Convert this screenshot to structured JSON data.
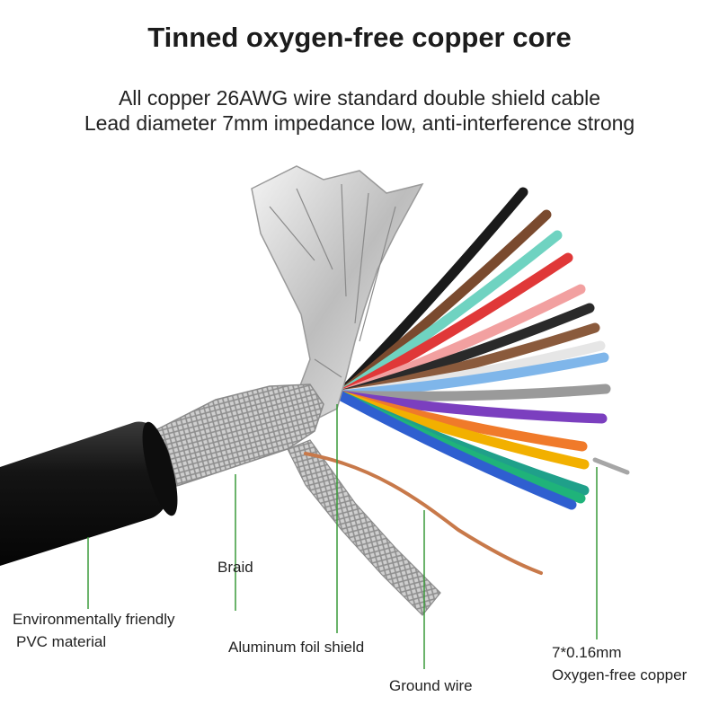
{
  "title": "Tinned oxygen-free copper core",
  "subtitle_lines": [
    "All copper 26AWG wire standard double shield cable",
    "Lead diameter 7mm impedance low, anti-interference strong"
  ],
  "labels": {
    "braid": "Braid",
    "pvc": [
      "Environmentally friendly",
      "PVC material"
    ],
    "foil": "Aluminum foil shield",
    "ground": "Ground wire",
    "conductor": [
      "7*0.16mm",
      "Oxygen-free copper"
    ]
  },
  "colors": {
    "leader_line": "#3a9a3a",
    "jacket": "#141414",
    "braid": "#b9b9b9",
    "foil": "#d8d8d8",
    "ground": "#c8794a",
    "core_wires": [
      "#1a1a1a",
      "#7a4a2e",
      "#6fd3c1",
      "#e03838",
      "#f2a0a0",
      "#2a2a2a",
      "#8a5a3c",
      "#e6e6e6",
      "#7fb6ea",
      "#9a9a9a",
      "#7b3fbf",
      "#f07a2a",
      "#f2b000",
      "#1fa08a",
      "#1fb37a",
      "#2f5fd0"
    ]
  }
}
